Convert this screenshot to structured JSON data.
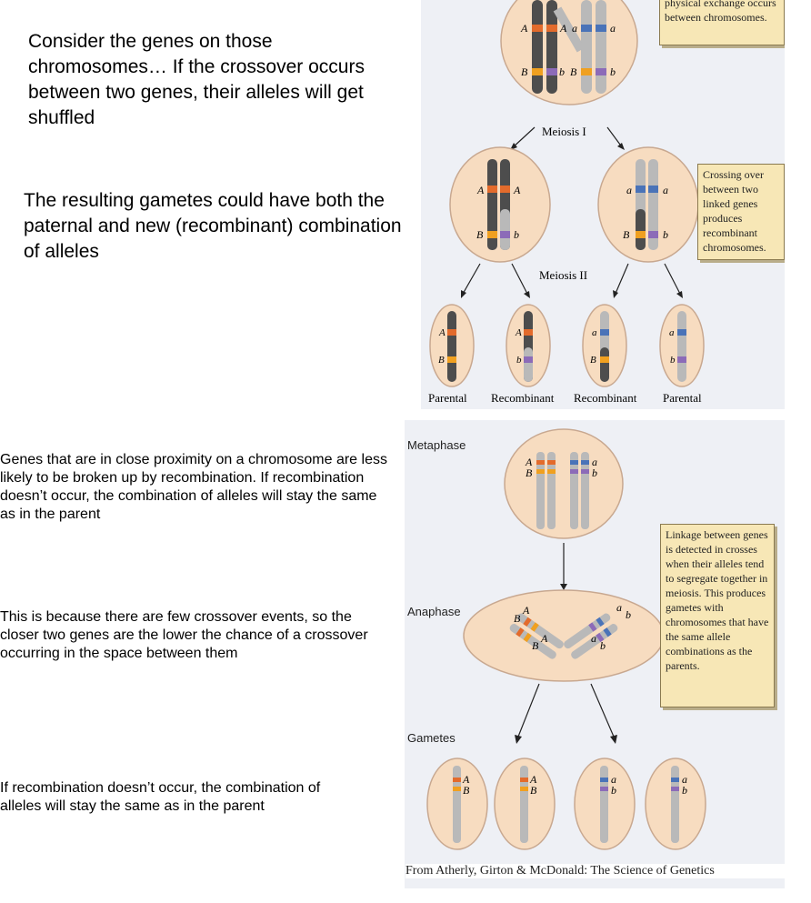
{
  "top_text": {
    "para1": "Consider the genes on those chromosomes… If the crossover occurs between two genes, their alleles will get shuffled",
    "para2": "The resulting gametes could have both the paternal and new (recombinant) combination of alleles"
  },
  "bottom_text": {
    "para1": "Genes that are in close proximity on a chromosome are less likely to be broken up by recombination. If recombination doesn’t occur, the combination of alleles will stay the same as in the parent",
    "para2": "This is because there are few crossover events, so the closer two genes are the lower the chance of a crossover occurring in the space between them",
    "para3": "If recombination doesn’t occur, the combination of alleles will stay the same as in the parent"
  },
  "figure_top": {
    "caption_exchange": "physical exchange occurs between chromosomes.",
    "meiosis1_label": "Meiosis I",
    "meiosis2_label": "Meiosis II",
    "caption_crossing": "Crossing over between two linked genes produces recombinant chromosomes.",
    "gamete_labels": [
      "Parental",
      "Recombinant",
      "Recombinant",
      "Parental"
    ],
    "alleles": {
      "A": "A",
      "a": "a",
      "B": "B",
      "b": "b"
    }
  },
  "figure_bottom": {
    "metaphase_label": "Metaphase",
    "anaphase_label": "Anaphase",
    "gametes_label": "Gametes",
    "caption_linkage": "Linkage between genes is detected in crosses when their alleles tend to segregate together in meiosis. This produces gametes with chromosomes that have the same allele combinations as the parents.",
    "source": "From Atherly, Girton & McDonald: The Science of Genetics"
  },
  "colors": {
    "cell_fill": "#f7dcc0",
    "dark_chromosome": "#4d4d4d",
    "light_chromosome": "#b9b9b9",
    "allele_A": "#e36b2c",
    "allele_a": "#4a73b8",
    "allele_B": "#f0a020",
    "allele_b": "#8c6bb8",
    "caption_bg": "#f7e7b6"
  }
}
